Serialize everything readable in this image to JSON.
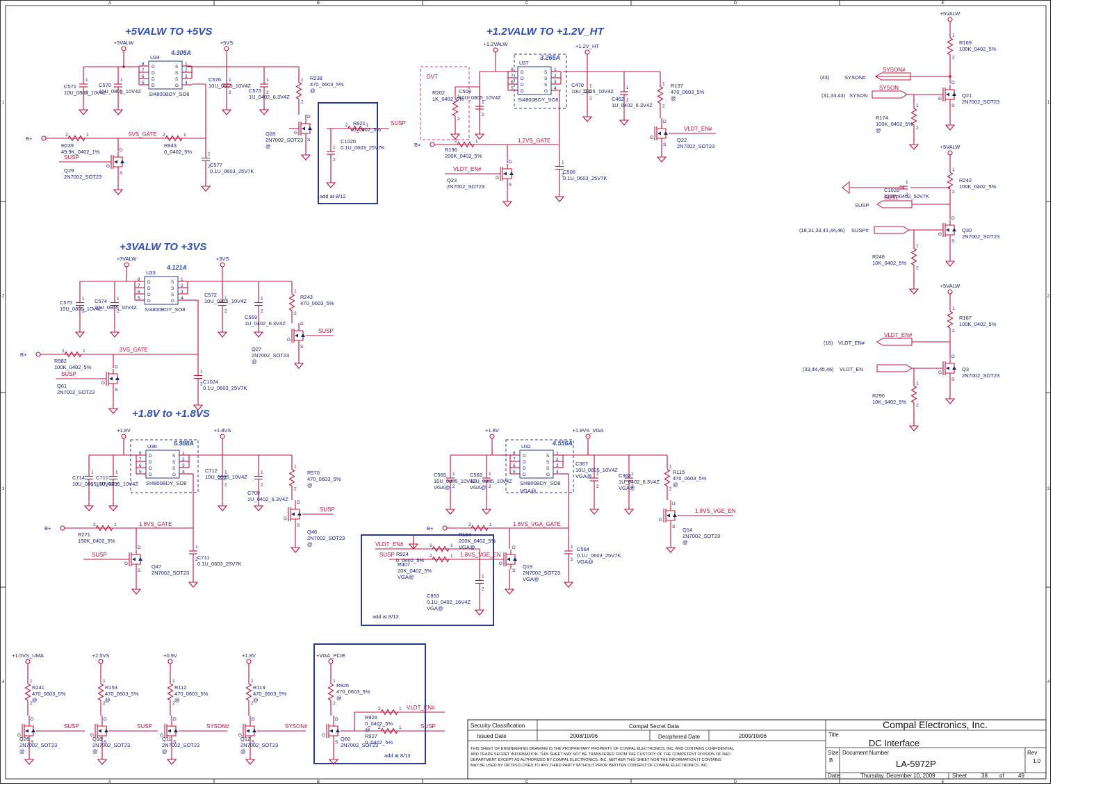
{
  "frame": {
    "columns": [
      "A",
      "B",
      "C",
      "D",
      "E"
    ],
    "rows": [
      "1",
      "2",
      "3",
      "4"
    ]
  },
  "sections": {
    "s1": {
      "title": "+5VALW TO +5VS",
      "current": "4.305A",
      "src": "+5VALW",
      "dst": "+5VS",
      "ic": "U34",
      "ic_part": "SI4800BDY_SO8",
      "gate": "5VS_GATE"
    },
    "s2": {
      "title": "+1.2VALW TO +1.2V_HT",
      "current": "3.265A",
      "src": "+1.2VALW",
      "dst": "+1.2V_HT",
      "ic": "U37",
      "ic_part": "SI4800BDY_SO8",
      "gate": "1.2VS_GATE",
      "dvt": "DVT"
    },
    "s3": {
      "title": "+3VALW TO +3VS",
      "current": "4.121A",
      "src": "+3VALW",
      "dst": "+3VS",
      "ic": "U33",
      "ic_part": "SI4800BDY_SO8",
      "gate": "3VS_GATE"
    },
    "s4": {
      "title": "+1.8V to +1.8VS",
      "current": "6.988A",
      "src": "+1.8V",
      "dst": "+1.8VS",
      "ic": "U36",
      "ic_part": "SI4800BDY_SO8",
      "gate": "1.8VS_GATE"
    },
    "s5": {
      "current": "4.556A",
      "src": "+1.8V",
      "dst": "+1.8VS_VGA",
      "ic": "U32",
      "ic_part": "SI4800BDY_SO8",
      "ic_opt": "VGA@",
      "gate": "1.8VS_VGA_GATE",
      "gate_en": "1.8VS_VGE_EN"
    }
  },
  "mosfet_pins": {
    "d": "D",
    "s": "S",
    "g": "G"
  },
  "mosfet_pin_numbers": [
    "8",
    "7",
    "6",
    "5",
    "1",
    "2",
    "3",
    "4"
  ],
  "pin_1": "1",
  "pin_2": "2",
  "nets": {
    "bplus": "B+",
    "susp": "SUSP",
    "susp_n": "SUSP#",
    "vldt_en_n": "VLDT_EN#",
    "vldt_en": "VLDT_EN",
    "syson_n": "SYSON#",
    "syson": "SYSON",
    "plus5valw": "+5VALW",
    "vga_pcie": "+VGA_PCIE",
    "plus15vs_uma": "+1.5VS_UMA",
    "plus25vs": "+2.5VS",
    "plus09v": "+0.9V",
    "plus18v": "+1.8V"
  },
  "parts": {
    "c571": [
      "C571",
      "10U_0805_10V4Z"
    ],
    "c570": [
      "C570",
      "10U_0805_10V4Z"
    ],
    "c576": [
      "C576",
      "10U_0805_10V4Z"
    ],
    "c573": [
      "C573",
      "1U_0402_6.3V4Z"
    ],
    "r238": [
      "R238",
      "470_0603_5%",
      "@"
    ],
    "q28": [
      "Q28",
      "2N7002_SOT23",
      "@"
    ],
    "r921": [
      "R921",
      "0_0402_5%"
    ],
    "c1020": [
      "C1020",
      "0.1U_0603_25V7K"
    ],
    "r239": [
      "R239",
      "49.9K_0402_1%"
    ],
    "r943": [
      "R943",
      "0_0402_5%"
    ],
    "c577": [
      "C577",
      "0.1U_0603_25V7K"
    ],
    "q29": [
      "Q29",
      "2N7002_SOT23"
    ],
    "r202": [
      "R202",
      "1K_0402_5%"
    ],
    "c509": [
      "C509",
      "10U_0805_10V4Z"
    ],
    "c470": [
      "C470",
      "10U_0805_10V4Z"
    ],
    "c462": [
      "C462",
      "1U_0402_6.3V4Z"
    ],
    "r197": [
      "R197",
      "470_0603_5%",
      "@"
    ],
    "q22": [
      "Q22",
      "2N7002_SOT23"
    ],
    "r196": [
      "R196",
      "200K_0402_5%"
    ],
    "c506": [
      "C506",
      "0.1U_0603_25V7K"
    ],
    "q23": [
      "Q23",
      "2N7002_SOT23"
    ],
    "c575": [
      "C575",
      "10U_0805_10V4Z"
    ],
    "c574": [
      "C574",
      "10U_0805_10V4Z"
    ],
    "c572": [
      "C572",
      "10U_0805_10V4Z"
    ],
    "c569": [
      "C569",
      "1U_0402_6.3V4Z"
    ],
    "r243": [
      "R243",
      "470_0603_5%"
    ],
    "q27": [
      "Q27",
      "2N7002_SOT23",
      "@"
    ],
    "r982": [
      "R982",
      "100K_0402_5%"
    ],
    "c1024": [
      "C1024",
      "0.1U_0603_25V7K"
    ],
    "q61": [
      "Q61",
      "2N7002_SOT23"
    ],
    "c714": [
      "C714",
      "10U_0805_10V4Z"
    ],
    "c710": [
      "C710",
      "10U_0805_10V4Z"
    ],
    "c712": [
      "C712",
      "10U_0805_10V4Z"
    ],
    "c709": [
      "C709",
      "1U_0402_6.3V4Z"
    ],
    "r570": [
      "R570",
      "470_0603_5%",
      "@"
    ],
    "q46": [
      "Q46",
      "2N7002_SOT23",
      "@"
    ],
    "r271": [
      "R271",
      "150K_0402_5%"
    ],
    "c711": [
      "C711",
      "0.1U_0603_25V7K"
    ],
    "q47": [
      "Q47",
      "2N7002_SOT23"
    ],
    "c565": [
      "C565",
      "10U_0805_10V4Z",
      "VGA@"
    ],
    "c563": [
      "C563",
      "10U_0805_10V4Z",
      "VGA@"
    ],
    "c367": [
      "C367",
      "10U_0805_10V4Z",
      "VGA@"
    ],
    "c368": [
      "C368",
      "1U_0402_6.3V4Z",
      "VGA@"
    ],
    "r115": [
      "R115",
      "470_0603_5%",
      "@"
    ],
    "q14": [
      "Q14",
      "2N7002_SOT23",
      "@"
    ],
    "r154": [
      "R154",
      "200K_0402_5%",
      "VGA@"
    ],
    "c564": [
      "C564",
      "0.1U_0603_25V7K",
      "VGA@"
    ],
    "r924": [
      "R924",
      "0_0402_5%"
    ],
    "r407": [
      "R407",
      "20K_0402_5%",
      "VGA@"
    ],
    "q19": [
      "Q19",
      "2N7002_SOT23",
      "VGA@"
    ],
    "c853": [
      "C853",
      "0.1U_0402_16V4Z",
      "VGA@"
    ],
    "r169": [
      "R169",
      "100K_0402_5%"
    ],
    "q21": [
      "Q21",
      "2N7002_SOT23"
    ],
    "r174": [
      "R174",
      "100K_0402_5%",
      "@"
    ],
    "r242": [
      "R242",
      "100K_0402_5%"
    ],
    "c1028": [
      "C1028",
      "220P_0402_50V7K"
    ],
    "q30": [
      "Q30",
      "2N7002_SOT23"
    ],
    "r248": [
      "R248",
      "10K_0402_5%"
    ],
    "r167": [
      "R167",
      "100K_0402_5%"
    ],
    "q3": [
      "Q3",
      "2N7002_SOT23"
    ],
    "r290": [
      "R290",
      "10K_0402_5%"
    ],
    "r241": [
      "R241",
      "470_0603_5%",
      "@"
    ],
    "q26": [
      "Q26",
      "2N7002_SOT23",
      "@"
    ],
    "r153": [
      "R153",
      "470_0603_5%",
      "@"
    ],
    "q18": [
      "Q18",
      "2N7002_SOT23",
      "@"
    ],
    "r112": [
      "R112",
      "470_0603_5%",
      "@"
    ],
    "q11": [
      "Q11",
      "2N7002_SOT23",
      "@"
    ],
    "r113": [
      "R113",
      "470_0603_5%",
      "@"
    ],
    "q12": [
      "Q12",
      "2N7002_SOT23",
      "@"
    ],
    "r925": [
      "R925",
      "470_0603_5%",
      "@"
    ],
    "r926": [
      "R926",
      "0_0402_5%",
      "@"
    ],
    "r927": [
      "R927",
      "0_0402_5%"
    ],
    "q60": [
      "Q60",
      "2N7002_SOT23"
    ]
  },
  "right_refs": {
    "syson_n": "(43)",
    "syson": "(31,33,43)",
    "susp_n": "(18,31,33,41,44,46)",
    "vldt_en_n": "(18)",
    "vldt_en": "(33,44,45,46)"
  },
  "notes": {
    "add812": "add at 8/12",
    "add813a": "add at 8/13",
    "add813b": "add at 8/13"
  },
  "titleblock": {
    "security_label": "Security Classification",
    "security_value": "Compal Secret Data",
    "issued_label": "Issued Date",
    "issued_value": "2008/10/06",
    "deciphered_label": "Deciphered Date",
    "deciphered_value": "2009/10/06",
    "company": "Compal Electronics, Inc.",
    "title_label": "Title",
    "title": "DC Interface",
    "size_label": "Size",
    "size": "B",
    "docnum_label": "Document Number",
    "docnum": "LA-5972P",
    "rev_label": "Rev",
    "rev": "1.0",
    "date_label": "Date:",
    "date": "Thursday, December 10, 2009",
    "sheet_label": "Sheet",
    "sheet": "38",
    "of_label": "of",
    "of": "49",
    "disclaimer": [
      "THIS SHEET OF ENGINEERING DRAWING IS THE PROPRIETARY PROPERTY OF COMPAL ELECTRONICS, INC. AND CONTAINS CONFIDENTIAL",
      "AND TRADE SECRET INFORMATION. THIS SHEET MAY NOT BE TRANSFERED FROM THE CUSTODY OF THE COMPETENT DIVISION OF R&D",
      "DEPARTMENT EXCEPT AS AUTHORIZED BY COMPAL ELECTRONICS, INC. NEITHER THIS SHEET NOR THE INFORMATION IT CONTAINS",
      "MAY BE USED BY OR DISCLOSED TO ANY THIRD PARTY WITHOUT PRIOR WRITTEN CONSENT OF COMPAL ELECTRONICS, INC."
    ]
  }
}
